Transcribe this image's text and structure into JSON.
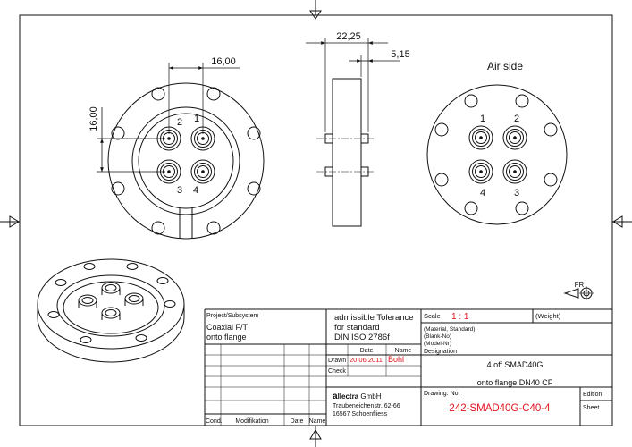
{
  "dimensions": {
    "front_h": "16,00",
    "front_v": "16,00",
    "side_total": "22,25",
    "side_flange": "5,15"
  },
  "views": {
    "front_pin_labels": [
      "2",
      "1",
      "3",
      "4"
    ],
    "back_title": "Air side",
    "back_pin_labels": [
      "1",
      "2",
      "4",
      "3"
    ]
  },
  "projection_symbol": "FR",
  "title_block": {
    "project_label": "Project/Subsystem",
    "project_line1": "Coaxial F/T",
    "project_line2": "onto flange",
    "tolerance_line1": "admissible Tolerance",
    "tolerance_line2": "for standard",
    "tolerance_line3": "DIN ISO 2786f",
    "scale_label": "Scale",
    "scale_value": "1 : 1",
    "weight_label": "(Weight)",
    "material_label": "(Material, Standard)",
    "blank_label": "(Blank-No)",
    "model_label": "(Model-Nr)",
    "date_header": "Date",
    "name_header": "Name",
    "drawn_label": "Drawn",
    "drawn_date": "20.06.2011",
    "drawn_name": "Bohl",
    "check_label": "Check",
    "designation_label": "Designation",
    "designation_line1": "4 off SMAD40G",
    "designation_line2": "onto flange DN40 CF",
    "company_prefix": "a",
    "company_name": "llectra",
    "company_suffix": " GmbH",
    "street": "Traubeneichenstr. 62-66",
    "city": "16567 Schoenfliess",
    "drawing_no_label": "Drawing. No.",
    "drawing_no": "242-SMAD40G-C40-4",
    "edition_label": "Edition",
    "sheet_label": "Sheet",
    "rev_cond": "Cond.",
    "rev_mod": "Modifikation",
    "rev_date": "Date",
    "rev_name": "Name"
  }
}
